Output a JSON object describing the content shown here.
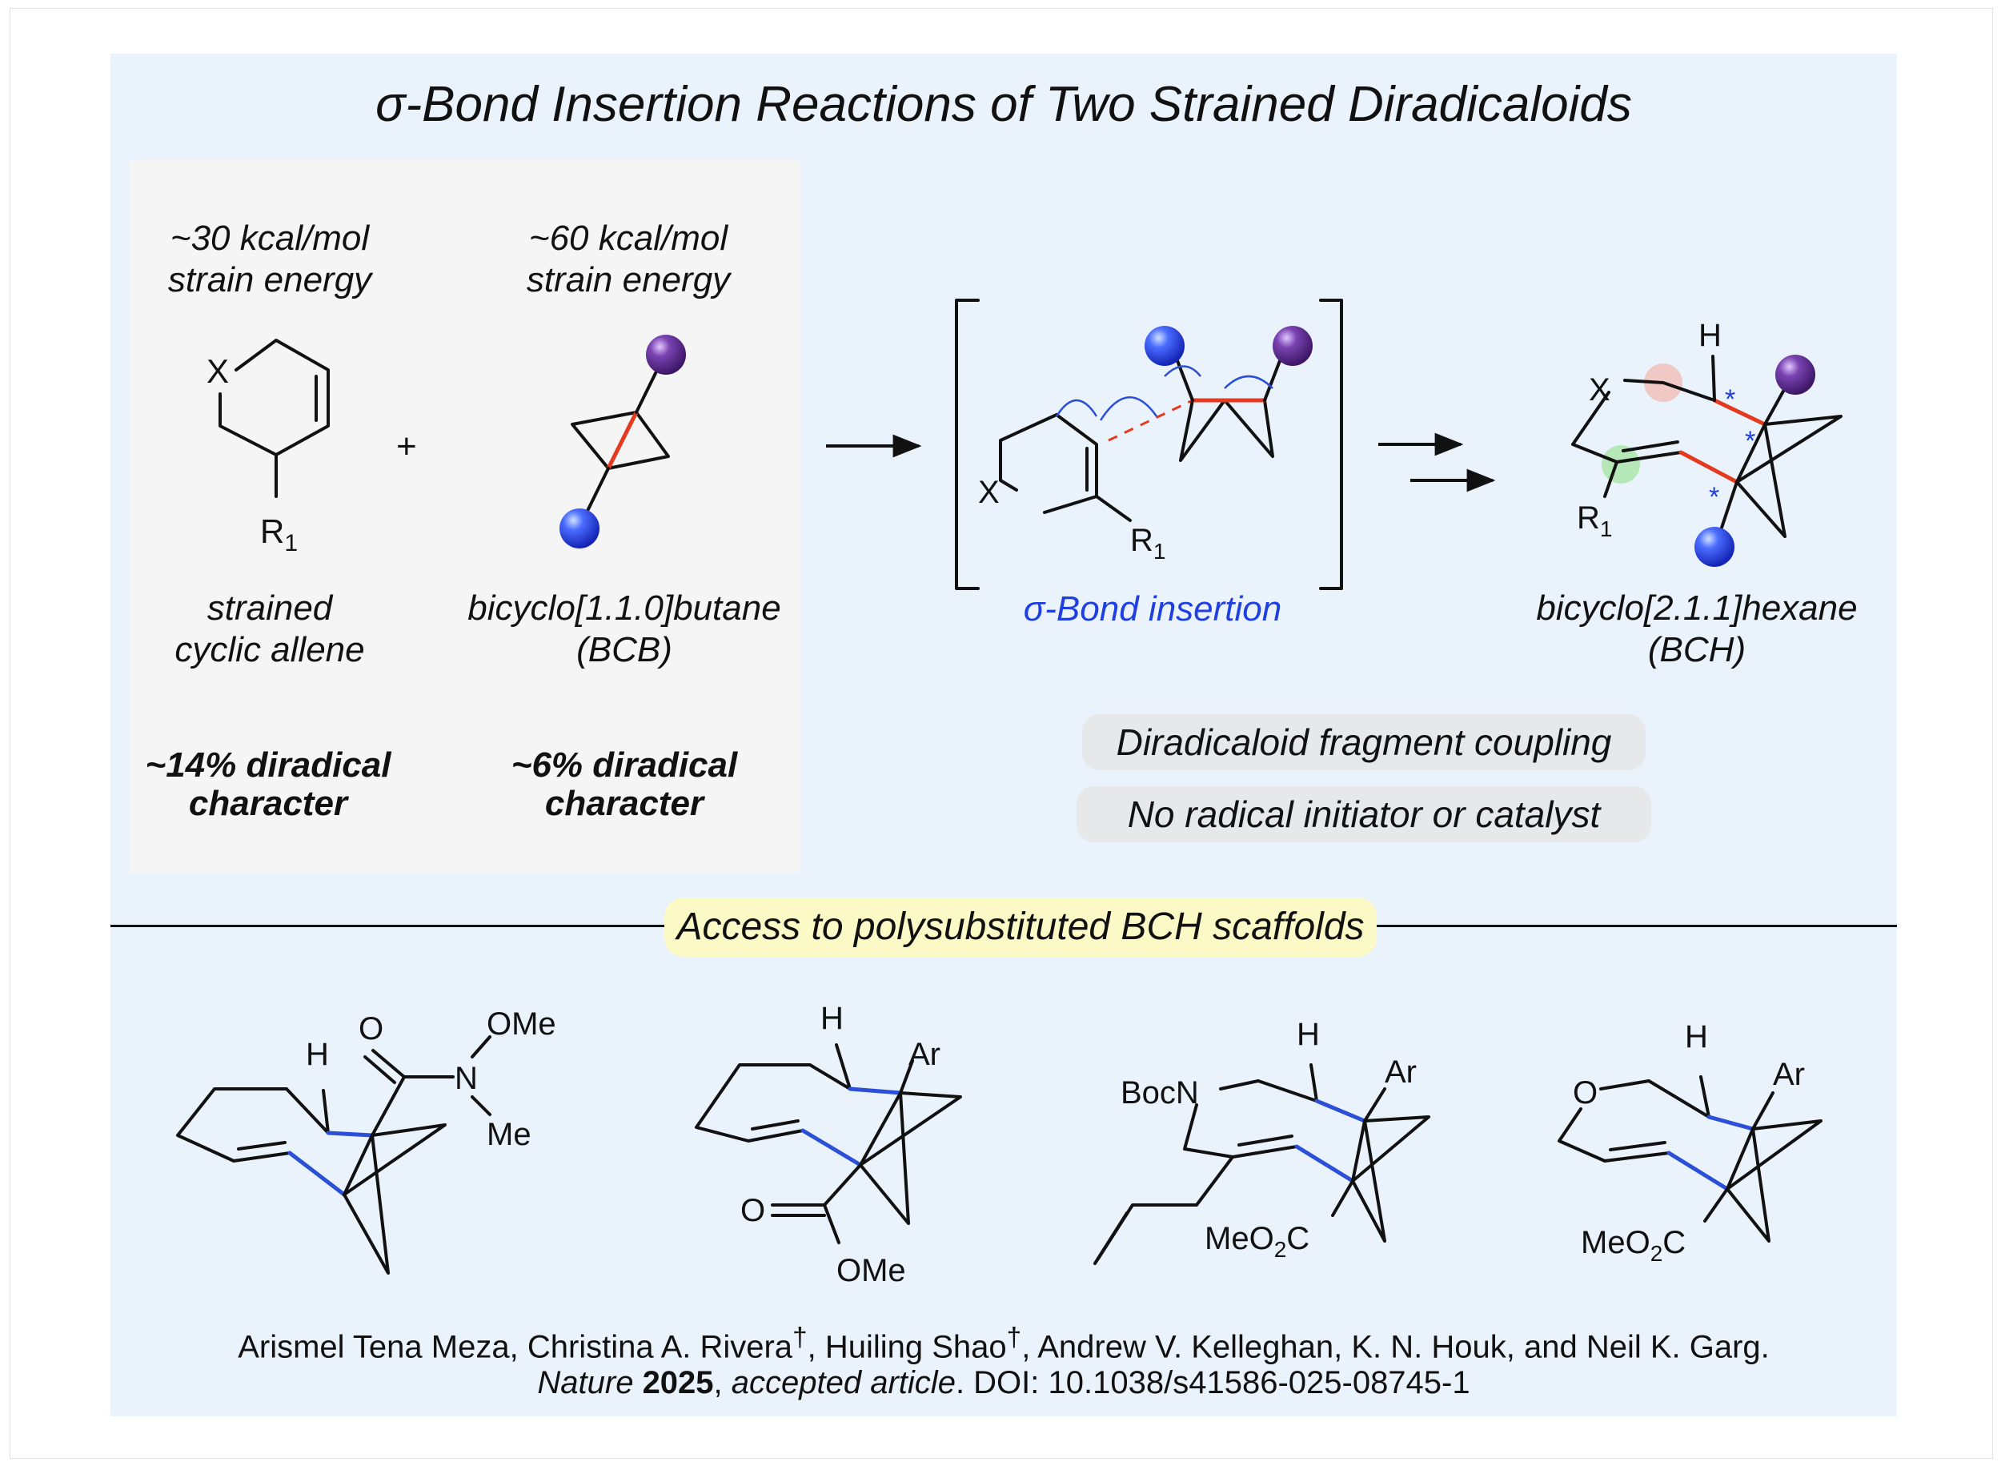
{
  "title": "σ-Bond Insertion Reactions of Two Strained Diradicaloids",
  "allene": {
    "energy_line1": "~30 kcal/mol",
    "energy_line2": "strain energy",
    "name_line1": "strained",
    "name_line2": "cyclic allene",
    "diradical_line1": "~14% diradical",
    "diradical_line2": "character",
    "atom_x": "X",
    "substituent": "R",
    "substituent_sub": "1"
  },
  "plus": "+",
  "bcb": {
    "energy_line1": "~60 kcal/mol",
    "energy_line2": "strain energy",
    "name_line1": "bicyclo[1.1.0]butane",
    "name_line2": "(BCB)",
    "diradical_line1": "~6% diradical",
    "diradical_line2": "character"
  },
  "transition": {
    "label": "σ-Bond insertion",
    "atom_x": "X",
    "substituent": "R",
    "substituent_sub": "1"
  },
  "product": {
    "name_line1": "bicyclo[2.1.1]hexane",
    "name_line2": "(BCH)",
    "atom_h": "H",
    "atom_x": "X",
    "substituent": "R",
    "substituent_sub": "1",
    "stereo_mark": "*"
  },
  "features": [
    "Diradicaloid fragment coupling",
    "No radical initiator or catalyst"
  ],
  "access_label": "Access to polysubstituted BCH scaffolds",
  "examples": {
    "ex1": {
      "h": "H",
      "o": "O",
      "ome": "OMe",
      "n": "N",
      "me": "Me"
    },
    "ex2": {
      "h": "H",
      "ar": "Ar",
      "o": "O",
      "ome": "OMe"
    },
    "ex3": {
      "h": "H",
      "ar": "Ar",
      "bocn": "BocN",
      "ester": "MeO",
      "ester_sub": "2",
      "ester_end": "C"
    },
    "ex4": {
      "h": "H",
      "ar": "Ar",
      "o": "O",
      "ester": "MeO",
      "ester_sub": "2",
      "ester_end": "C"
    }
  },
  "citation": {
    "authors_part1": "Arismel Tena Meza, Christina A. Rivera",
    "dagger": "†",
    "authors_part2": ", Huiling Shao",
    "authors_part3": ", Andrew V. Kelleghan, K. N. Houk, and Neil K. Garg.",
    "journal": "Nature",
    "year": "2025",
    "status": "accepted article",
    "doi": ". DOI: 10.1038/s41586-025-08745-1"
  },
  "colors": {
    "panel": "#eaf2fb",
    "blue_sphere": "#2440ee",
    "purple_sphere": "#5b2d8a",
    "bond_red": "#e43a1f",
    "bond_blue": "#2b4fd6",
    "accent_text": "#1f3fe0",
    "highlight_pink": "#f4b8ac",
    "highlight_green": "#9ee39a",
    "pill": "#e6e8ea",
    "yellow_pill": "#fbf9c6"
  }
}
